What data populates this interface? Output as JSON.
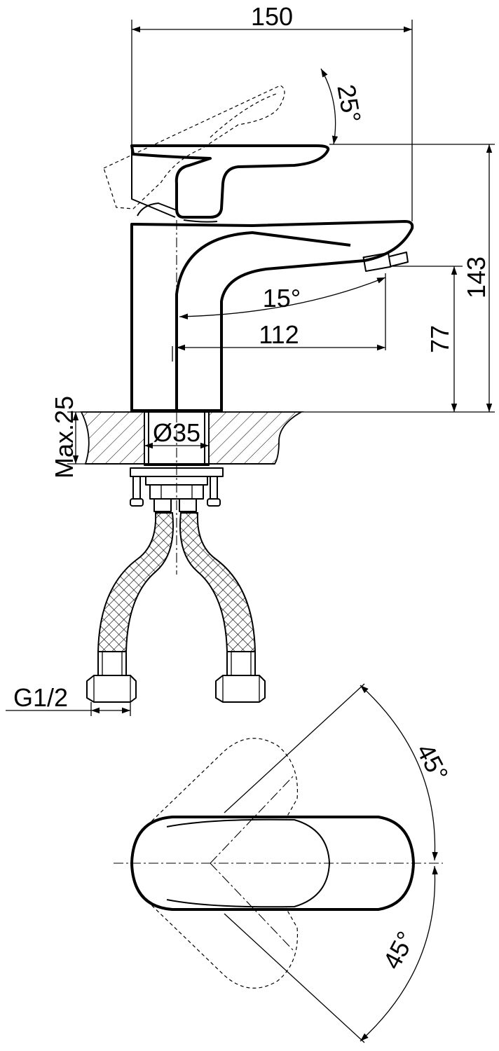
{
  "drawing": {
    "dimensions": {
      "overall_width": "150",
      "lever_tilt_angle": "25°",
      "overall_height": "143",
      "spout_height": "77",
      "spout_angle": "15°",
      "spout_reach": "112",
      "max_mount_thickness": "Max.25",
      "body_diameter": "Ø35",
      "connection_thread": "G1/2",
      "rotation_angle_upper": "45°",
      "rotation_angle_lower": "45°"
    }
  }
}
